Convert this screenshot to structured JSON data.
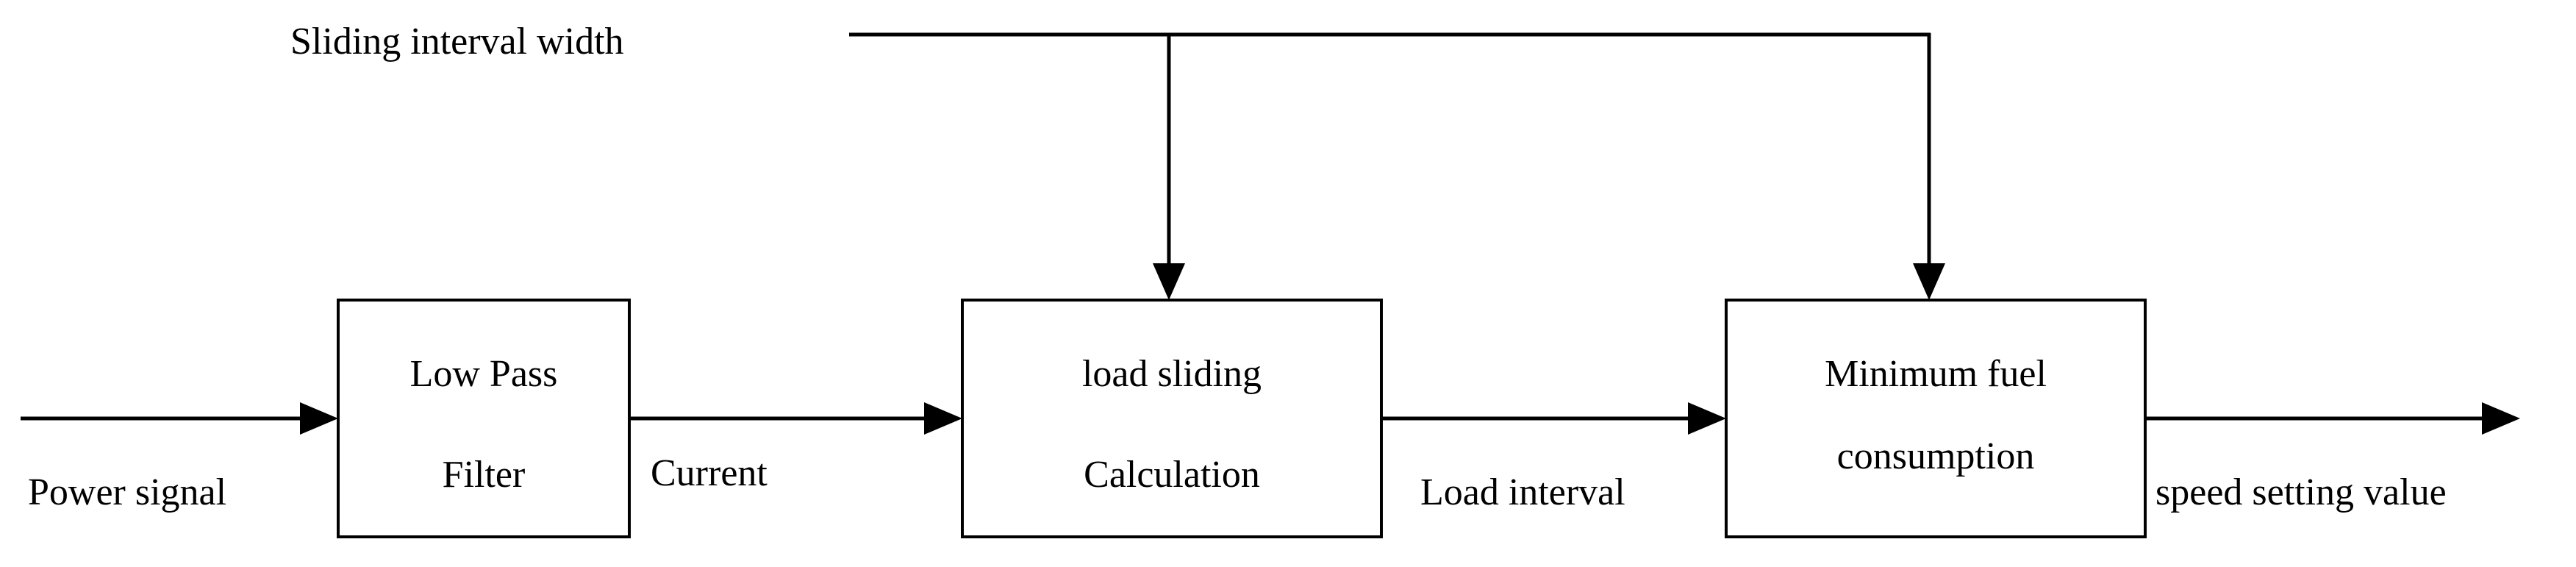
{
  "blocks": {
    "low_pass_filter": {
      "line1": "Low Pass",
      "line2": "Filter"
    },
    "load_sliding_calculation": {
      "line1": "load sliding",
      "line2": "Calculation"
    },
    "minimum_fuel_consumption": {
      "line1": "Minimum fuel",
      "line2": "consumption"
    }
  },
  "signals": {
    "power_signal": "Power signal",
    "current": "Current",
    "load_interval": "Load interval",
    "speed_setting_value": "speed setting value",
    "sliding_interval_width": "Sliding interval width"
  }
}
